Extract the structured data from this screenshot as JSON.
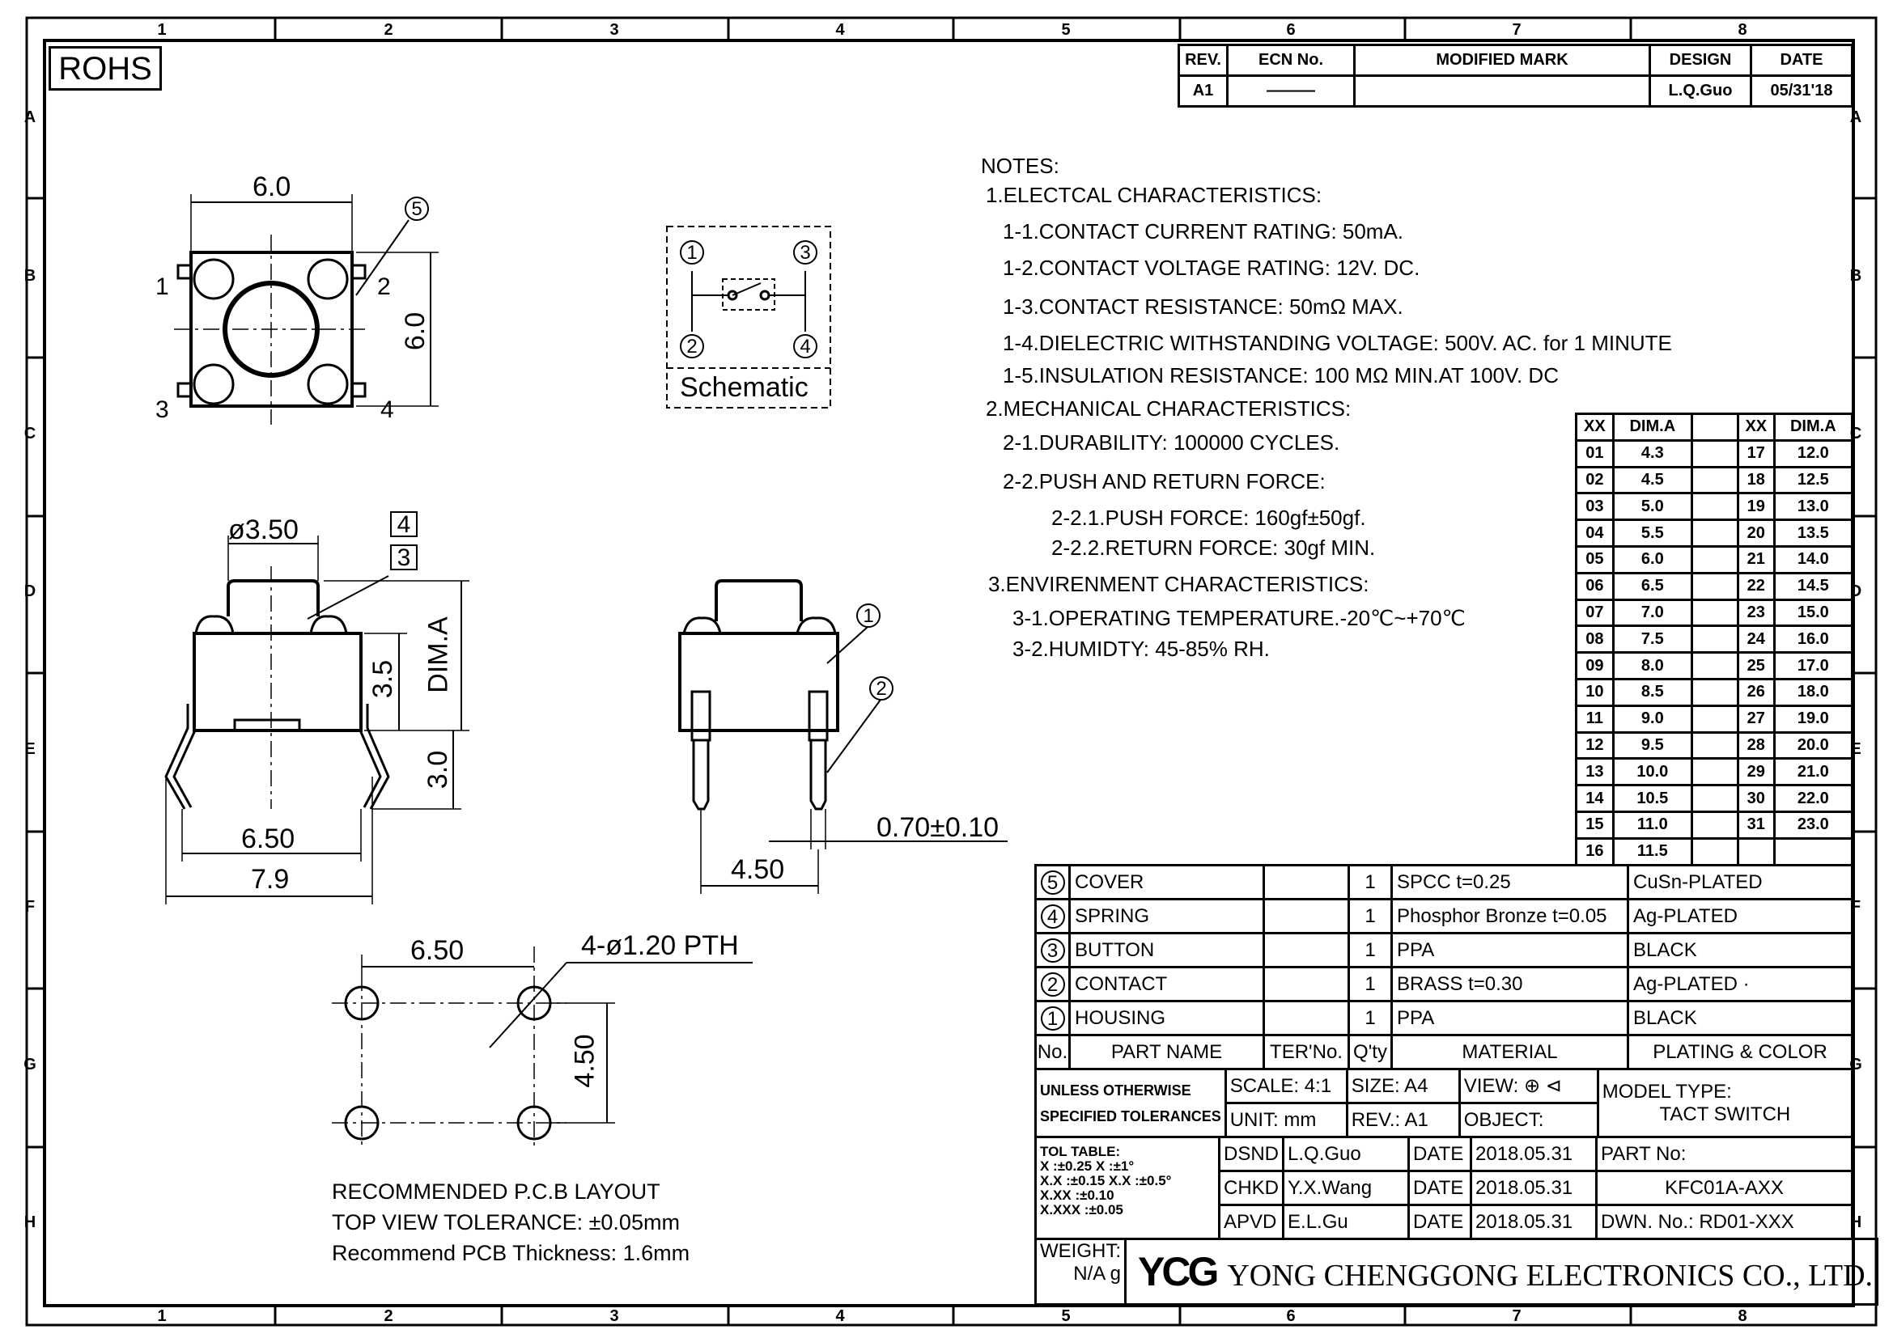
{
  "rohs": "ROHS",
  "border": {
    "cols": [
      "1",
      "2",
      "3",
      "4",
      "5",
      "6",
      "7",
      "8"
    ],
    "rows": [
      "A",
      "B",
      "C",
      "D",
      "E",
      "F",
      "G",
      "H"
    ]
  },
  "revision": {
    "headers": [
      "REV.",
      "ECN No.",
      "MODIFIED MARK",
      "DESIGN",
      "DATE"
    ],
    "row": [
      "A1",
      "———",
      "",
      "L.Q.Guo",
      "05/31'18"
    ]
  },
  "notes": {
    "title": "NOTES:",
    "lines": [
      "1.ELECTCAL CHARACTERISTICS:",
      "1-1.CONTACT CURRENT RATING:   50mA.",
      "1-2.CONTACT VOLTAGE RATING: 12V. DC.",
      "1-3.CONTACT RESISTANCE: 50mΩ MAX.",
      "1-4.DIELECTRIC WITHSTANDING VOLTAGE: 500V. AC. for 1 MINUTE",
      "1-5.INSULATION RESISTANCE: 100 MΩ MIN.AT 100V. DC",
      "2.MECHANICAL CHARACTERISTICS:",
      "2-1.DURABILITY: 100000 CYCLES.",
      "2-2.PUSH AND RETURN FORCE:",
      "2-2.1.PUSH FORCE: 160gf±50gf.",
      "2-2.2.RETURN FORCE: 30gf MIN.",
      "3.ENVIRENMENT CHARACTERISTICS:",
      "3-1.OPERATING TEMPERATURE.-20℃~+70℃",
      "3-2.HUMIDTY: 45-85% RH."
    ]
  },
  "top_view": {
    "width": "6.0",
    "height": "6.0",
    "callout": "5",
    "pins": [
      "1",
      "2",
      "3",
      "4"
    ]
  },
  "schematic": {
    "label": "Schematic",
    "pins": [
      "1",
      "3",
      "2",
      "4"
    ]
  },
  "side_view": {
    "diameter": "ø3.50",
    "callouts": [
      "4",
      "3"
    ],
    "dim_a": "DIM.A",
    "h1": "3.5",
    "h2": "3.0",
    "w1": "6.50",
    "w2": "7.9"
  },
  "front_view": {
    "callouts": [
      "1",
      "2"
    ],
    "pin": "0.70±0.10",
    "pitch": "4.50"
  },
  "pcb": {
    "pitch_x": "6.50",
    "holes": "4-ø1.20 PTH",
    "pitch_y": "4.50",
    "lines": [
      "RECOMMENDED P.C.B LAYOUT",
      "TOP VIEW TOLERANCE: ±0.05mm",
      "Recommend PCB Thickness: 1.6mm"
    ]
  },
  "dim_table": {
    "headers": [
      "XX",
      "DIM.A"
    ],
    "left": [
      [
        "01",
        "4.3"
      ],
      [
        "02",
        "4.5"
      ],
      [
        "03",
        "5.0"
      ],
      [
        "04",
        "5.5"
      ],
      [
        "05",
        "6.0"
      ],
      [
        "06",
        "6.5"
      ],
      [
        "07",
        "7.0"
      ],
      [
        "08",
        "7.5"
      ],
      [
        "09",
        "8.0"
      ],
      [
        "10",
        "8.5"
      ],
      [
        "11",
        "9.0"
      ],
      [
        "12",
        "9.5"
      ],
      [
        "13",
        "10.0"
      ],
      [
        "14",
        "10.5"
      ],
      [
        "15",
        "11.0"
      ],
      [
        "16",
        "11.5"
      ]
    ],
    "right": [
      [
        "17",
        "12.0"
      ],
      [
        "18",
        "12.5"
      ],
      [
        "19",
        "13.0"
      ],
      [
        "20",
        "13.5"
      ],
      [
        "21",
        "14.0"
      ],
      [
        "22",
        "14.5"
      ],
      [
        "23",
        "15.0"
      ],
      [
        "24",
        "16.0"
      ],
      [
        "25",
        "17.0"
      ],
      [
        "26",
        "18.0"
      ],
      [
        "27",
        "19.0"
      ],
      [
        "28",
        "20.0"
      ],
      [
        "29",
        "21.0"
      ],
      [
        "30",
        "22.0"
      ],
      [
        "31",
        "23.0"
      ],
      [
        "",
        ""
      ]
    ]
  },
  "parts": {
    "rows": [
      [
        "5",
        "COVER",
        "",
        "1",
        "SPCC t=0.25",
        "CuSn-PLATED"
      ],
      [
        "4",
        "SPRING",
        "",
        "1",
        "Phosphor Bronze t=0.05",
        "Ag-PLATED"
      ],
      [
        "3",
        "BUTTON",
        "",
        "1",
        "PPA",
        "BLACK"
      ],
      [
        "2",
        "CONTACT",
        "",
        "1",
        "BRASS t=0.30",
        "Ag-PLATED  ·"
      ],
      [
        "1",
        "HOUSING",
        "",
        "1",
        "PPA",
        "BLACK"
      ]
    ],
    "header": [
      "No.",
      "PART NAME",
      "TER'No.",
      "Q'ty",
      "MATERIAL",
      "PLATING & COLOR"
    ]
  },
  "title_block": {
    "tolerance_label": [
      "UNLESS OTHERWISE",
      "SPECIFIED TOLERANCES"
    ],
    "scale": "SCALE: 4:1",
    "size": "SIZE:  A4",
    "view": "VIEW:",
    "unit": "UNIT:  mm",
    "rev": "REV.:  A1",
    "object": "OBJECT:",
    "model_label": "MODEL TYPE:",
    "model": "TACT SWITCH",
    "tol_table": [
      "TOL TABLE:",
      "X     :±0.25  X  :±1°",
      "X.X   :±0.15  X.X :±0.5°",
      "X.XX  :±0.10",
      "X.XXX :±0.05"
    ],
    "sign": [
      [
        "DSND",
        "L.Q.Guo",
        "DATE",
        "2018.05.31"
      ],
      [
        "CHKD",
        "Y.X.Wang",
        "DATE",
        "2018.05.31"
      ],
      [
        "APVD",
        "E.L.Gu",
        "DATE",
        "2018.05.31"
      ]
    ],
    "part_label": "PART No:",
    "part_no": "KFC01A-AXX",
    "dwn": "DWN. No.: RD01-XXX",
    "weight_label": "WEIGHT:",
    "weight": "N/A g",
    "logo": "YCG",
    "company": "YONG CHENGGONG ELECTRONICS CO., LTD."
  }
}
